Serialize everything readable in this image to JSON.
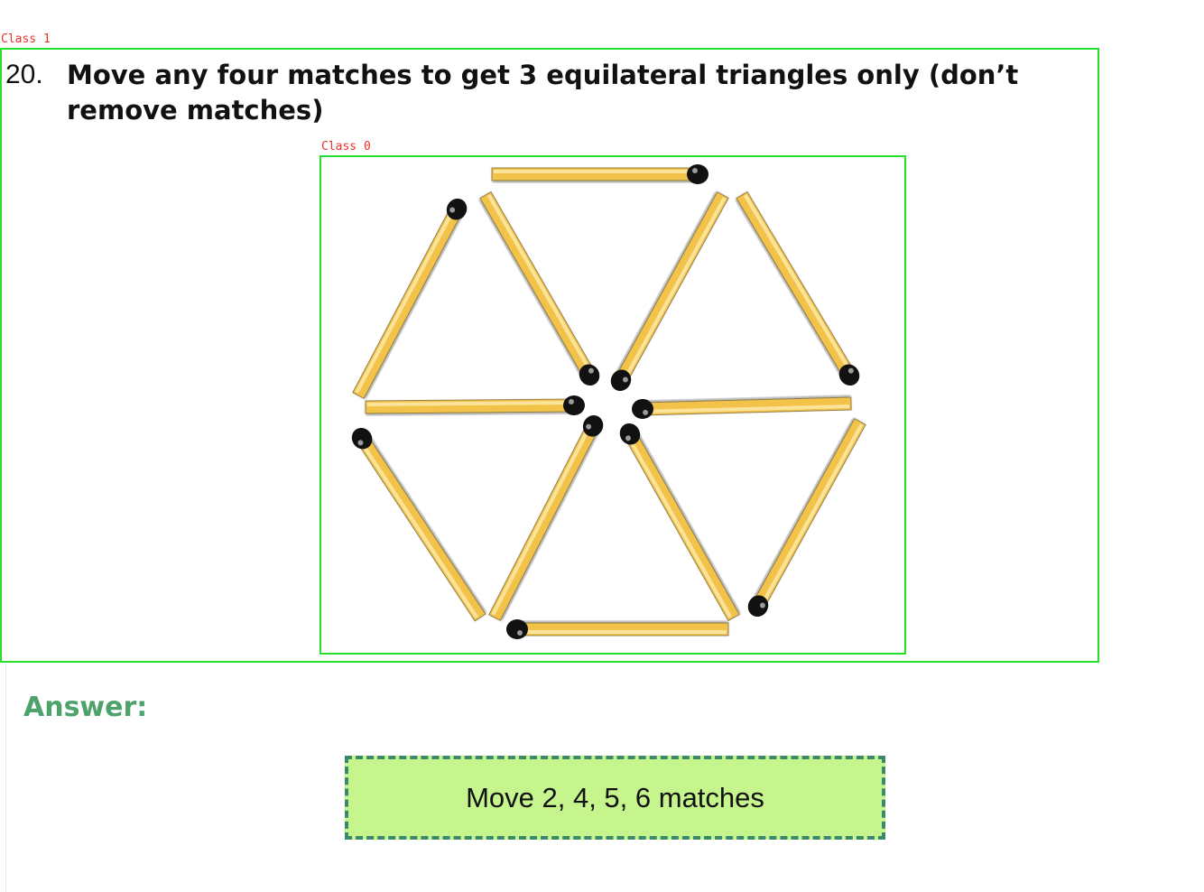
{
  "detections": {
    "outer_label": "Class 1",
    "inner_label": "Class 0"
  },
  "question": {
    "number": "20.",
    "text": "Move any four matches to get 3 equilateral triangles only (don’t remove matches)"
  },
  "figure": {
    "match_count": 12,
    "match_colors": {
      "body": "#f2c24a",
      "highlight": "#fbe49a",
      "head": "#111111"
    }
  },
  "answer": {
    "heading": "Answer:",
    "heading_color": "#4ea26c",
    "text": "Move 2, 4, 5, 6 matches",
    "box_color": "#c6f58e"
  }
}
